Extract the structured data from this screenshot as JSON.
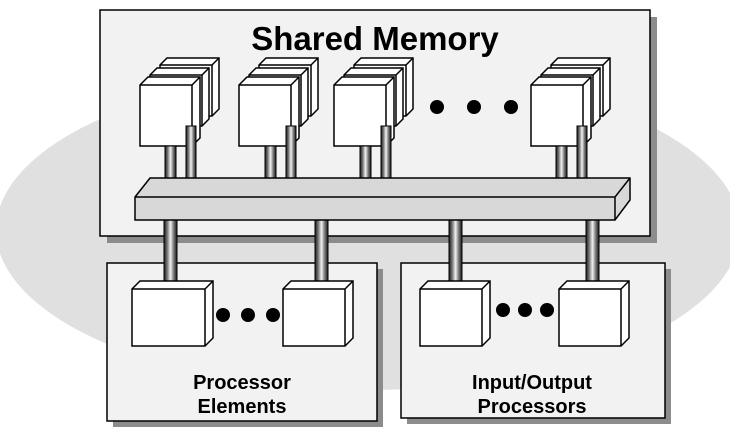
{
  "diagram": {
    "title": "Shared Memory",
    "processor_group": {
      "label_line1": "Processor",
      "label_line2": "Elements"
    },
    "io_group": {
      "label_line1": "Input/Output",
      "label_line2": "Processors"
    }
  },
  "colors": {
    "ellipse": "#e0e0e0",
    "panel": "#f2f2f2",
    "shadow": "#8c8c8c",
    "bus": "#d8d8d8",
    "cube_face": "#ffffff",
    "stroke": "#000000"
  }
}
